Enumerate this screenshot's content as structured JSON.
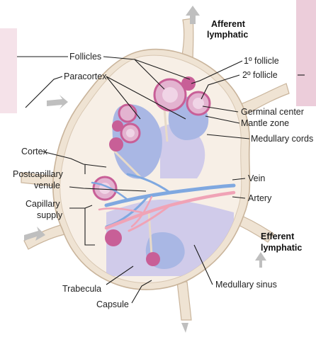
{
  "labels": {
    "afferent_1": "Afferent",
    "afferent_2": "lymphatic",
    "follicles": "Follicles",
    "paracortex": "Paracortex",
    "primary_follicle": "1º follicle",
    "secondary_follicle": "2º follicle",
    "germinal_center": "Germinal center",
    "mantle_zone": "Mantle zone",
    "medullary_cords": "Medullary cords",
    "cortex": "Cortex",
    "postcapillary_1": "Postcapillary",
    "postcapillary_2": "venule",
    "capillary_1": "Capillary",
    "capillary_2": "supply",
    "vein": "Vein",
    "artery": "Artery",
    "efferent_1": "Efferent",
    "efferent_2": "lymphatic",
    "trabecula": "Trabecula",
    "capsule": "Capsule",
    "medullary_sinus": "Medullary sinus"
  },
  "colors": {
    "capsule_fill": "#efe3d3",
    "capsule_stroke": "#c9b49b",
    "parenchyma": "#f7efe6",
    "paracortex_blue": "#a9b7e4",
    "medulla_lavender": "#cbc6ea",
    "follicle_outer": "#e3b3d0",
    "follicle_inner": "#c85f97",
    "germinal_center": "#f0d4e6",
    "vein_blue": "#7fa8e0",
    "artery_pink": "#f0a3b6",
    "arrow_gray": "#bfbfbf"
  }
}
